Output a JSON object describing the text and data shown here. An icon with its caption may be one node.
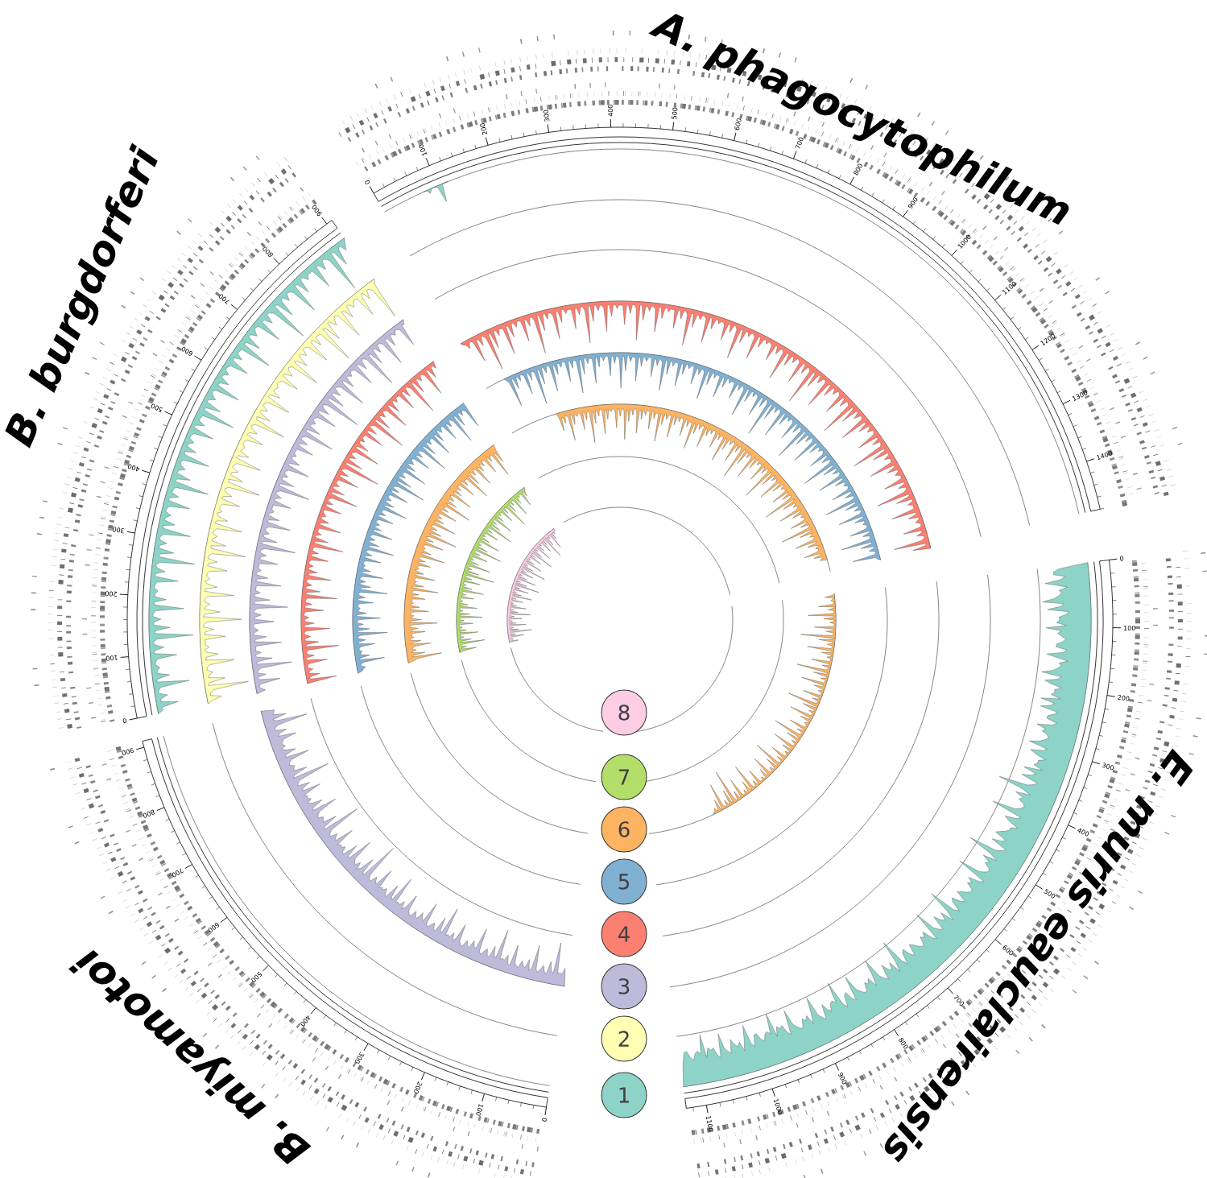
{
  "diagram": {
    "nodes": [
      {
        "text": [
          "8"
        ]
      },
      {
        "text": [
          "7"
        ]
      },
      {
        "text": [
          "6"
        ]
      },
      {
        "text": [
          "5"
        ]
      },
      {
        "text": [
          "4"
        ]
      },
      {
        "text": [
          "3"
        ]
      },
      {
        "text": [
          "2"
        ]
      },
      {
        "text": [
          "1"
        ]
      }
    ],
    "labels": [
      "A. phagocytophilum",
      "0",
      "100",
      "200",
      "300",
      "400",
      "500",
      "600",
      "700",
      "800",
      "900",
      "1000",
      "1100",
      "1200",
      "1300",
      "1400",
      "E. muris eauclairensis",
      "0",
      "100",
      "200",
      "300",
      "400",
      "500",
      "600",
      "700",
      "800",
      "900",
      "1000",
      "1100",
      "B. miyamotoi",
      "0",
      "100",
      "200",
      "300",
      "400",
      "500",
      "600",
      "700",
      "800",
      "900",
      "B. burgdorferi",
      "0",
      "100",
      "200",
      "300",
      "400",
      "500",
      "600",
      "700",
      "800",
      "900"
    ]
  }
}
